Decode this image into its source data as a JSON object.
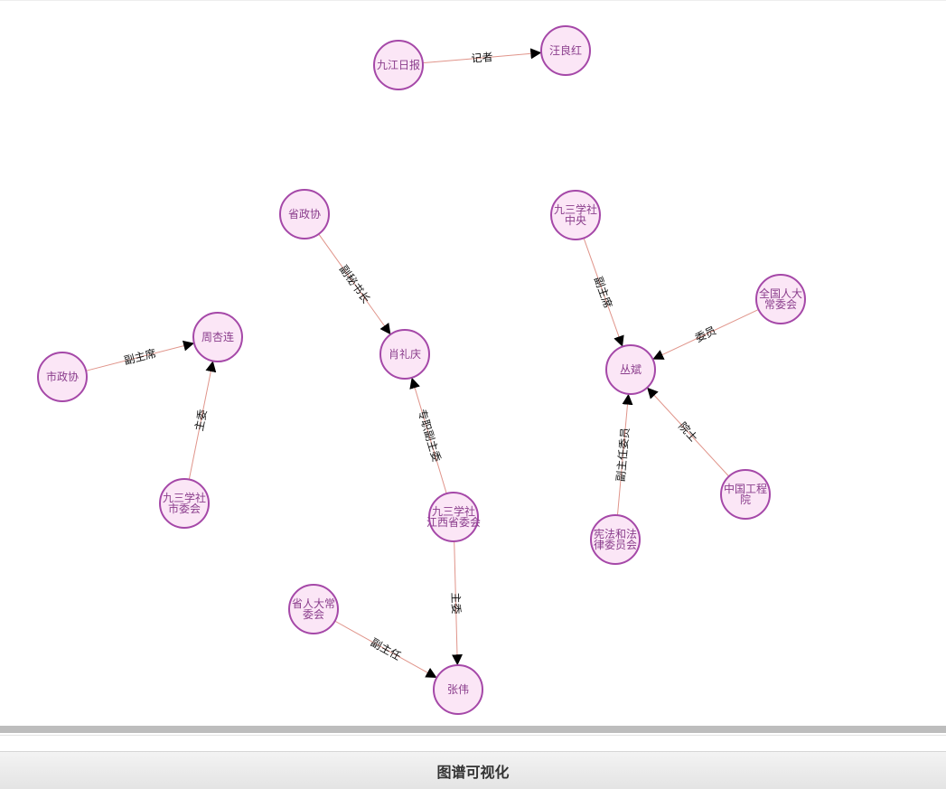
{
  "graph": {
    "nodes": [
      {
        "id": "jiujiang_daily",
        "label": [
          "九江日报"
        ]
      },
      {
        "id": "wang_lianghong",
        "label": [
          "汪良红"
        ]
      },
      {
        "id": "provincial_cppcc",
        "label": [
          "省政协"
        ]
      },
      {
        "id": "xiao_liqing",
        "label": [
          "肖礼庆"
        ]
      },
      {
        "id": "jiusan_central",
        "label": [
          "九三学社",
          "中央"
        ]
      },
      {
        "id": "npc_standing",
        "label": [
          "全国人大",
          "常委会"
        ]
      },
      {
        "id": "cong_bin",
        "label": [
          "丛斌"
        ]
      },
      {
        "id": "city_cppcc",
        "label": [
          "市政协"
        ]
      },
      {
        "id": "zhou_xinglian",
        "label": [
          "周杏连"
        ]
      },
      {
        "id": "jiusan_city",
        "label": [
          "九三学社",
          "市委会"
        ]
      },
      {
        "id": "jiusan_jiangxi",
        "label": [
          "九三学社",
          "江西省委会"
        ]
      },
      {
        "id": "cae",
        "label": [
          "中国工程",
          "院"
        ]
      },
      {
        "id": "constitution_committee",
        "label": [
          "宪法和法",
          "律委员会"
        ]
      },
      {
        "id": "provincial_npc",
        "label": [
          "省人大常",
          "委会"
        ]
      },
      {
        "id": "zhang_wei",
        "label": [
          "张伟"
        ]
      }
    ],
    "edges": [
      {
        "source": "jiujiang_daily",
        "target": "wang_lianghong",
        "label": "记者"
      },
      {
        "source": "provincial_cppcc",
        "target": "xiao_liqing",
        "label": "副秘书长"
      },
      {
        "source": "jiusan_jiangxi",
        "target": "xiao_liqing",
        "label": "专职副主委"
      },
      {
        "source": "jiusan_central",
        "target": "cong_bin",
        "label": "副主席"
      },
      {
        "source": "npc_standing",
        "target": "cong_bin",
        "label": "委员"
      },
      {
        "source": "cae",
        "target": "cong_bin",
        "label": "院士"
      },
      {
        "source": "constitution_committee",
        "target": "cong_bin",
        "label": "副主任委员"
      },
      {
        "source": "city_cppcc",
        "target": "zhou_xinglian",
        "label": "副主席"
      },
      {
        "source": "jiusan_city",
        "target": "zhou_xinglian",
        "label": "主委"
      },
      {
        "source": "jiusan_jiangxi",
        "target": "zhang_wei",
        "label": "主委"
      },
      {
        "source": "provincial_npc",
        "target": "zhang_wei",
        "label": "副主任"
      }
    ]
  },
  "footer": {
    "title": "图谱可视化"
  },
  "colors": {
    "node_fill": "#fbe6f6",
    "node_stroke": "#a548a8",
    "node_text": "#8a3d8c",
    "edge": "#e0948a",
    "arrow": "#000000"
  }
}
